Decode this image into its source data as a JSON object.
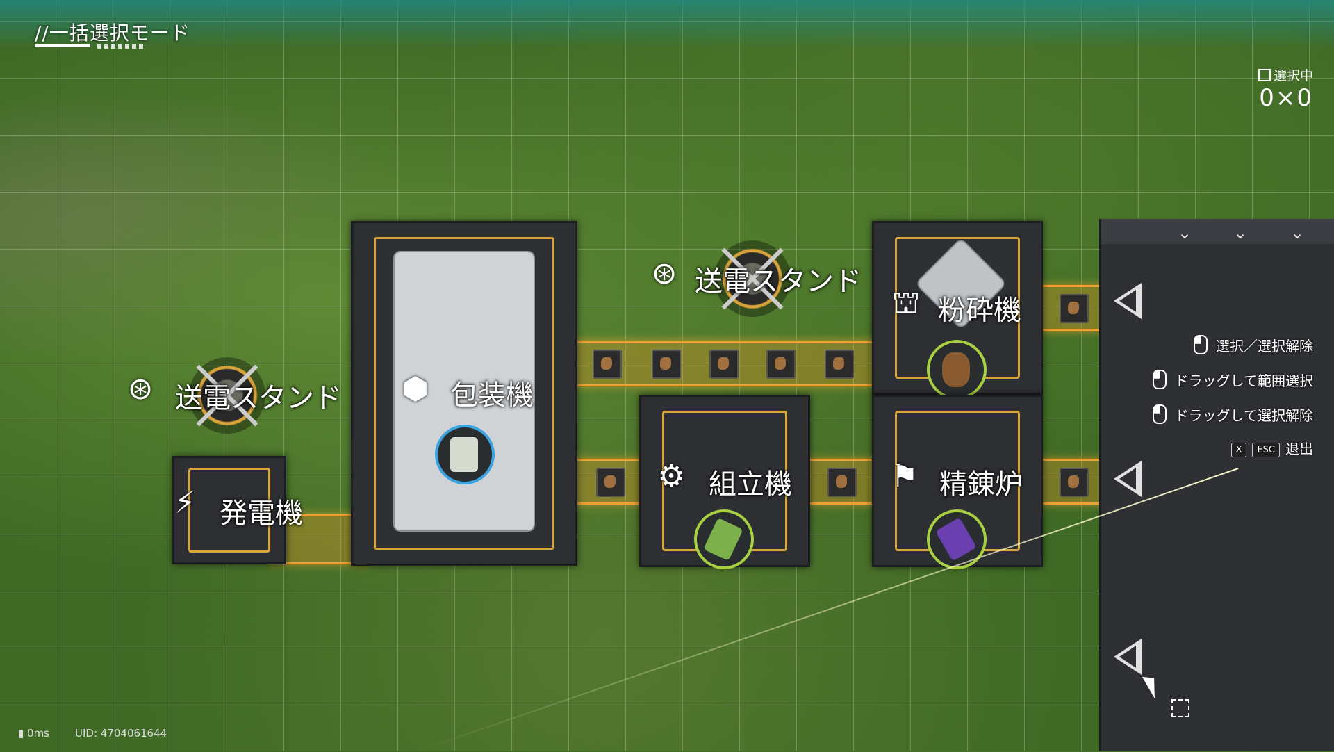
{
  "header": {
    "mode_title": "//一括選択モード"
  },
  "selection": {
    "label": "選択中",
    "value": "0×0"
  },
  "machines": {
    "power_stand_top": "送電スタンド",
    "power_stand_left": "送電スタンド",
    "packager": "包装機",
    "crusher": "粉砕機",
    "assembler": "組立機",
    "refinery": "精錬炉",
    "generator": "発電機"
  },
  "hints": {
    "select": "選択／選択解除",
    "drag_select": "ドラッグして範囲選択",
    "drag_deselect": "ドラッグして選択解除",
    "exit_key1": "X",
    "exit_key2": "ESC",
    "exit": "退出"
  },
  "status": {
    "ping": "0ms",
    "uid": "UID: 4704061644"
  },
  "icons": [
    "antenna-icon",
    "package-icon",
    "crusher-icon",
    "assembler-icon",
    "refinery-icon",
    "generator-icon",
    "mouse-icon",
    "cursor-icon",
    "expand-icon"
  ],
  "colors": {
    "belt": "#f0a030",
    "frame_accent": "#d9a63a",
    "product_ring": "#a8d040",
    "product_ring_blue": "#3aa3e0",
    "topbar": "#1e8c8c"
  }
}
